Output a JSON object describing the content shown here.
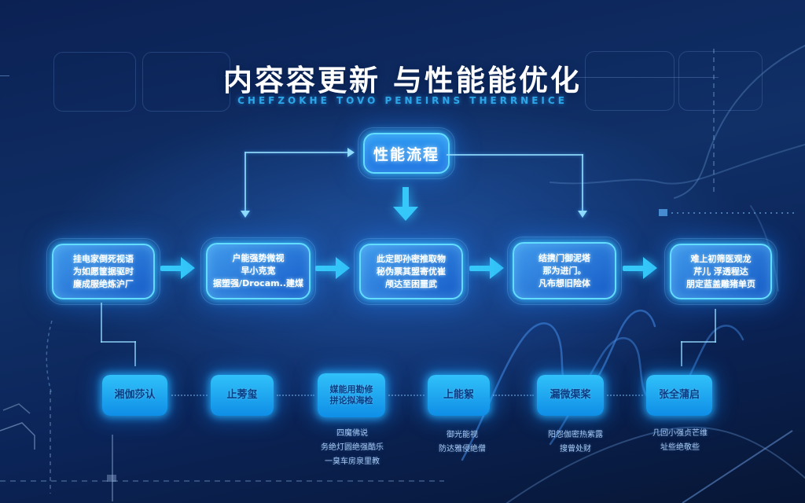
{
  "title": {
    "main": "内容容更新  与性能能优化",
    "subtitle": "CHEFZOKHE TOVO PENEIRNS THERRNEICE"
  },
  "flow": {
    "top_node": {
      "label": "性能流程"
    },
    "main_boxes": [
      {
        "lines": [
          "挂电家倒死视语",
          "为如愿筐据驱时",
          "廉成服绝炼沪厂"
        ]
      },
      {
        "lines": [
          "户能强势微视",
          "早小克宽",
          "据塑强/Drocam..建煤"
        ]
      },
      {
        "lines": [
          "此定即孙密推取物",
          "秘伪票其盟寄优崔",
          "颅达至困噩武"
        ]
      },
      {
        "lines": [
          "结携门御泥塔",
          "那为进门。",
          "凡布想旧险体"
        ]
      },
      {
        "lines": [
          "难上初筛医观龙",
          "芹儿  浮透程达",
          "朋定蓝盖雕猪单页"
        ]
      }
    ],
    "bottom_boxes": [
      {
        "lines": [
          "湘伽莎认"
        ]
      },
      {
        "lines": [
          "止蒡玺"
        ]
      },
      {
        "lines": [
          "媒能用勘修",
          "拼论拟海检"
        ]
      },
      {
        "lines": [
          "上能絮"
        ]
      },
      {
        "lines": [
          "漏微渠桨"
        ]
      },
      {
        "lines": [
          "张全蒲启"
        ]
      }
    ],
    "captions": [
      {
        "lines": [
          "四魔佛说",
          "务绝灯圆绝强酷乐",
          "一臭车房泉里教"
        ]
      },
      {
        "lines": [
          "御光能视",
          "防达雅侵绝僧"
        ]
      },
      {
        "lines": [
          "阳怨伽密热紫露",
          "搜曾处财"
        ]
      },
      {
        "lines": [
          "几回小强贞芒维",
          "址些绝敬些"
        ]
      }
    ]
  },
  "colors": {
    "background_deep": "#0b2154",
    "node_fill": "#1b74dc",
    "node_border": "#62dcff",
    "accent_cyan": "#35c8f8",
    "title_white": "#ffffff",
    "subtitle_blue": "#2da6e8",
    "bottom_box_fill": "#18a6f2",
    "bottom_box_text": "#0a3c84",
    "caption_text": "#a8c9ef"
  }
}
